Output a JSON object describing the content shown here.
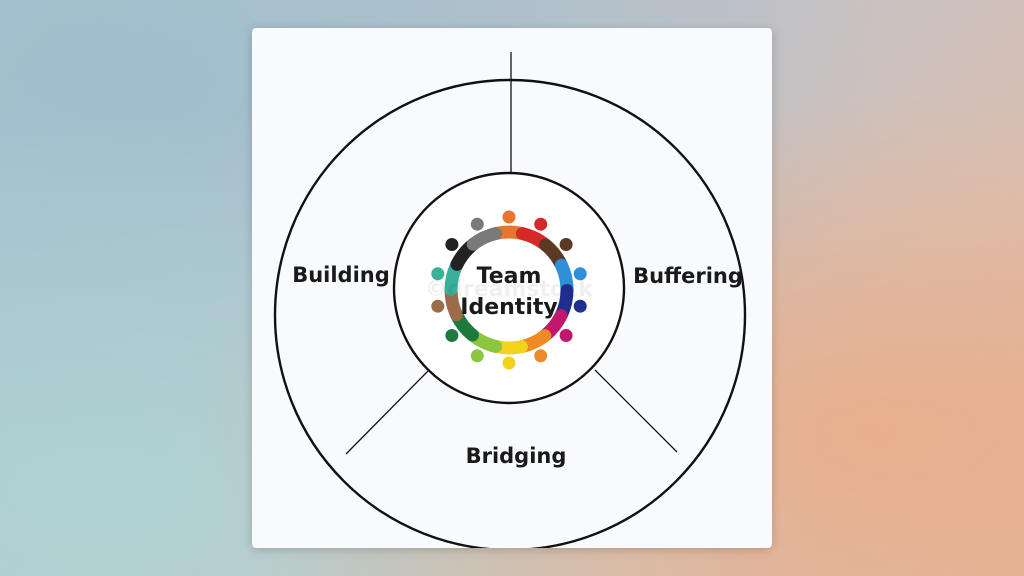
{
  "diagram": {
    "center_lines": [
      "Team",
      "Identity"
    ],
    "segments": [
      {
        "label": "Building"
      },
      {
        "label": "Buffering"
      },
      {
        "label": "Bridging"
      }
    ],
    "watermark": "©dreamstock",
    "people_colors": [
      "#e8762d",
      "#d62a2a",
      "#5a3a22",
      "#2f8fd8",
      "#1f2f8f",
      "#c2186b",
      "#f08a24",
      "#f2d21a",
      "#8cc63f",
      "#1e7a3c",
      "#9b6b4a",
      "#3aaf9a",
      "#222222",
      "#7a7a7a"
    ]
  }
}
